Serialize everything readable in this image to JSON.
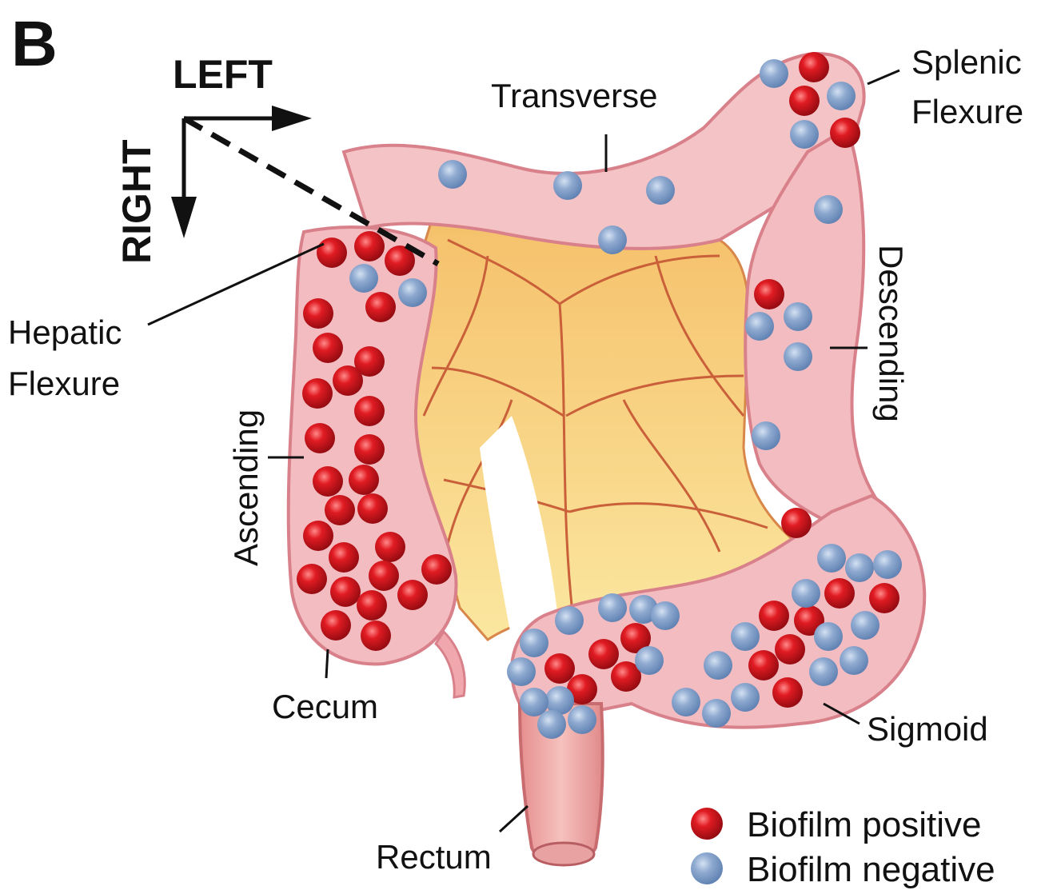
{
  "panel_label": "B",
  "orientation": {
    "left": "LEFT",
    "right": "RIGHT"
  },
  "regions": {
    "transverse": "Transverse",
    "splenic_line1": "Splenic",
    "splenic_line2": "Flexure",
    "hepatic_line1": "Hepatic",
    "hepatic_line2": "Flexure",
    "ascending": "Ascending",
    "descending": "Descending",
    "cecum": "Cecum",
    "sigmoid": "Sigmoid",
    "rectum": "Rectum"
  },
  "legend": {
    "positive": "Biofilm positive",
    "negative": "Biofilm negative"
  },
  "colors": {
    "biofilm_positive": "#d0151c",
    "biofilm_negative": "#86a4cc",
    "colon_wall": "#f2b8bd",
    "mesentery": "#f6d57e"
  }
}
